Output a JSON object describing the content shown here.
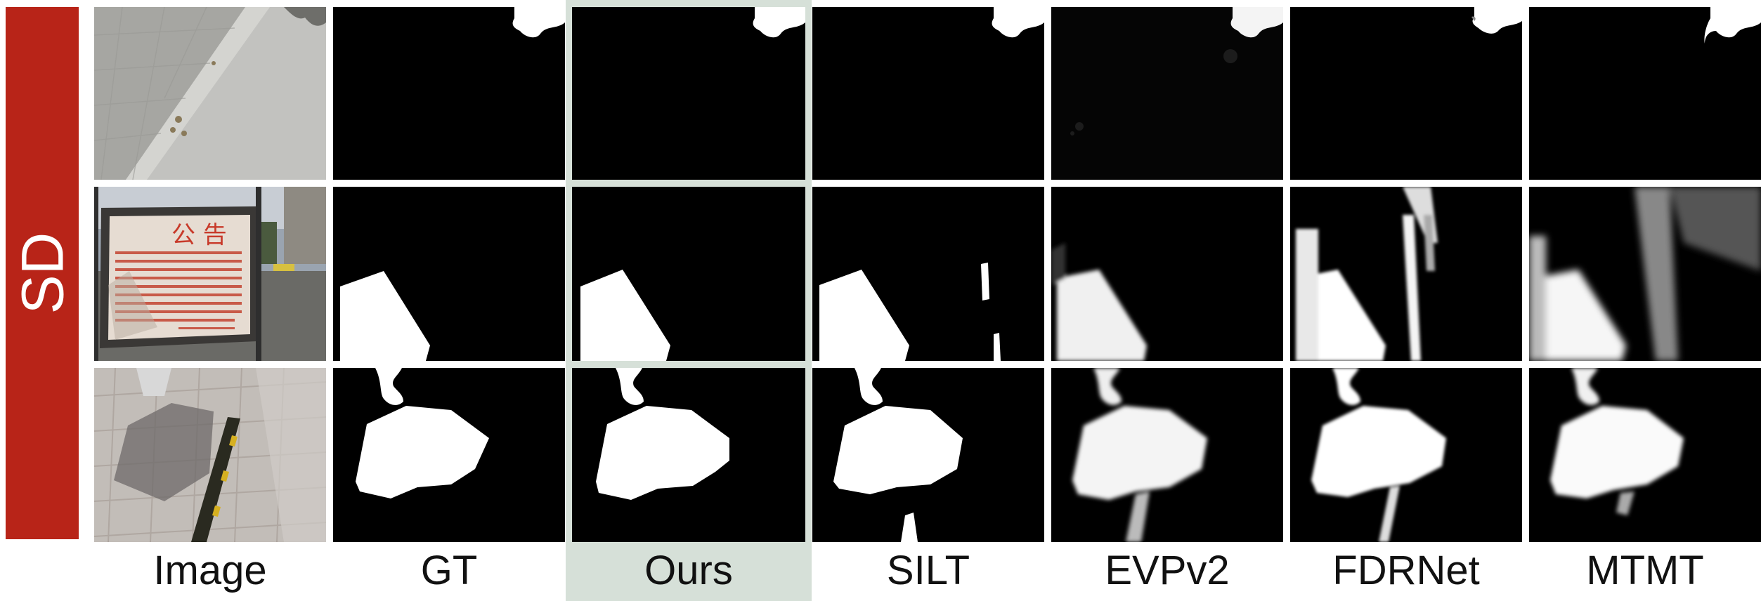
{
  "figure": {
    "row_group_label": "SD",
    "columns": [
      {
        "label": "Image",
        "key": "image"
      },
      {
        "label": "GT",
        "key": "gt"
      },
      {
        "label": "Ours",
        "key": "ours"
      },
      {
        "label": "SILT",
        "key": "silt"
      },
      {
        "label": "EVPv2",
        "key": "evpv2"
      },
      {
        "label": "FDRNet",
        "key": "fdrnet"
      },
      {
        "label": "MTMT",
        "key": "mtmt"
      }
    ],
    "rows": [
      {
        "scene": "pavement-curb"
      },
      {
        "scene": "notice-board"
      },
      {
        "scene": "tiled-ground-hexagon-shadow"
      }
    ]
  },
  "colors": {
    "side_label_bg": "#b82418",
    "highlight_bg": "#d6e0d8",
    "mask_fg": "#ffffff",
    "mask_bg": "#000000"
  }
}
